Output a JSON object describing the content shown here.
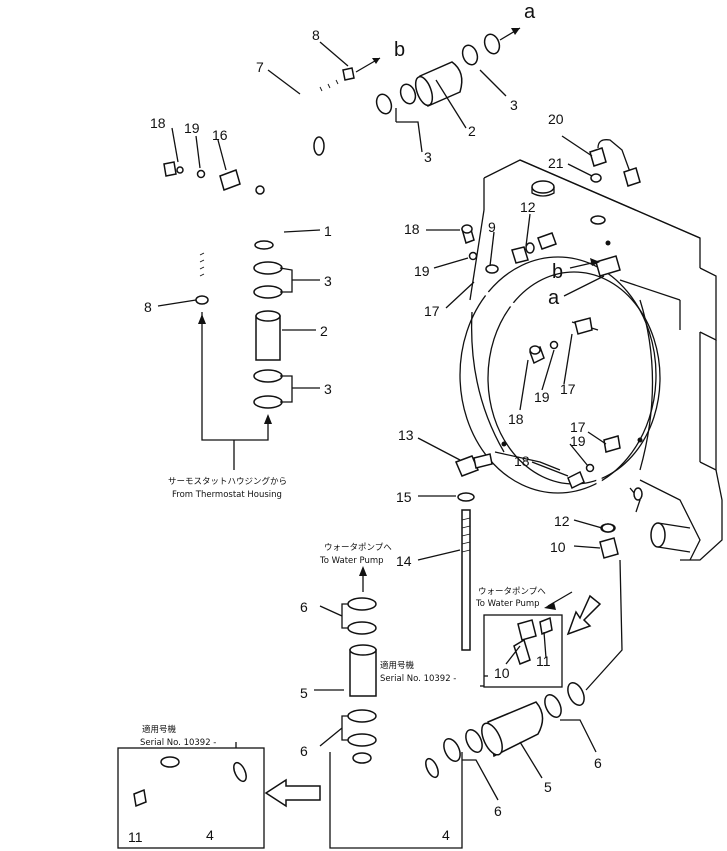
{
  "part_numbers": {
    "p1": "1",
    "p2a": "2",
    "p2b": "2",
    "p3a": "3",
    "p3b": "3",
    "p3c": "3",
    "p3d": "3",
    "p4a": "4",
    "p4b": "4",
    "p5a": "5",
    "p5b": "5",
    "p6a": "6",
    "p6b": "6",
    "p6c": "6",
    "p6d": "6",
    "p7": "7",
    "p8a": "8",
    "p8b": "8",
    "p9": "9",
    "p10a": "10",
    "p10b": "10",
    "p11a": "11",
    "p11b": "11",
    "p12a": "12",
    "p12b": "12",
    "p13": "13",
    "p14": "14",
    "p15": "15",
    "p16": "16",
    "p17a": "17",
    "p17b": "17",
    "p17c": "17",
    "p18a": "18",
    "p18b": "18",
    "p18c": "18",
    "p18d": "18",
    "p19a": "19",
    "p19b": "19",
    "p19c": "19",
    "p19d": "19",
    "p20": "20",
    "p21": "21"
  },
  "connection_letters": {
    "a_top": "a",
    "b_top": "b",
    "a_mid": "a",
    "b_mid": "b"
  },
  "captions": {
    "thermostat_jp": "サーモスタットハウジングから",
    "thermostat_en": "From Thermostat Housing",
    "water_pump_left_jp": "ウォータポンプへ",
    "water_pump_left_en": "To Water Pump",
    "water_pump_right_jp": "ウォータポンプへ",
    "water_pump_right_en": "To Water Pump",
    "serial_mid_jp": "適用号機",
    "serial_mid_en": "Serial No. 10392 -",
    "serial_left_jp": "適用号機",
    "serial_left_en": "Serial No. 10392 -"
  }
}
